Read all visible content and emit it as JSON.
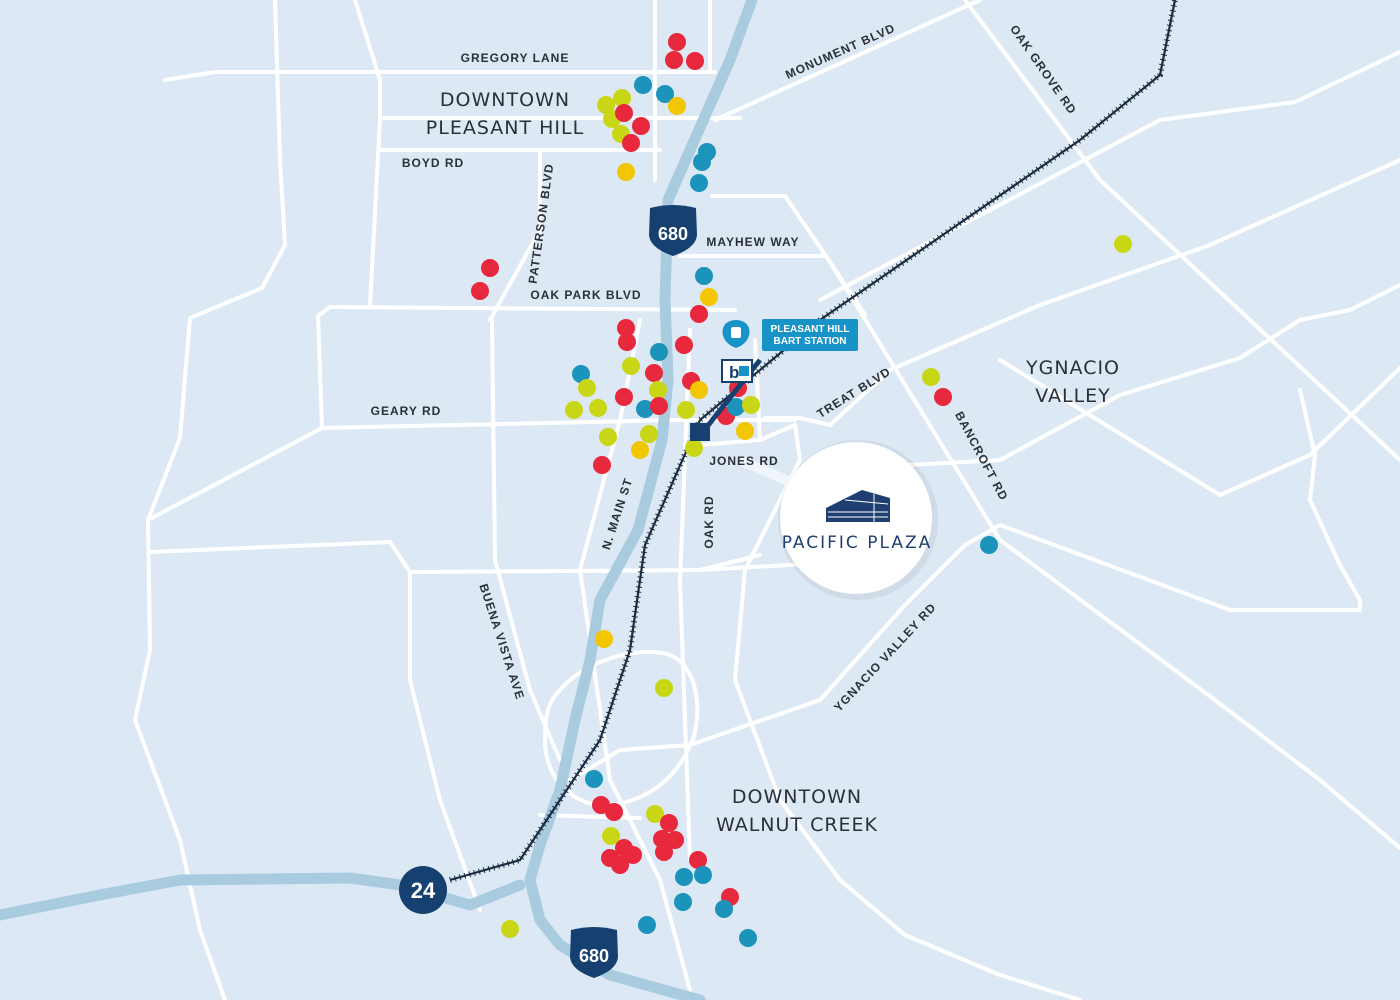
{
  "colors": {
    "background": "#dce9f5",
    "road": "#ffffff",
    "highway": "#a9cbe0",
    "shield": "#16406f",
    "dot_red": "#e8283c",
    "dot_yellow": "#f2c600",
    "dot_lime": "#c9d616",
    "dot_teal": "#1b93bb",
    "bart_blue": "#1893c8",
    "plaza_text": "#1f3f72"
  },
  "areas": {
    "downtown_pleasant_hill": [
      "DOWNTOWN",
      "PLEASANT HILL"
    ],
    "ygnacio_valley": [
      "YGNACIO",
      "VALLEY"
    ],
    "downtown_walnut_creek": [
      "DOWNTOWN",
      "WALNUT CREEK"
    ]
  },
  "roads": {
    "gregory_lane": "GREGORY LANE",
    "monument_blvd": "MONUMENT BLVD",
    "oak_grove_rd": "OAK GROVE RD",
    "boyd_rd": "BOYD RD",
    "patterson_blvd": "PATTERSON BLVD",
    "mayhew_way": "MAYHEW WAY",
    "oak_park_blvd": "OAK PARK BLVD",
    "geary_rd": "GEARY RD",
    "treat_blvd": "TREAT BLVD",
    "bancroft_rd": "BANCROFT RD",
    "jones_rd": "JONES RD",
    "n_main_st": "N. MAIN ST",
    "oak_rd": "OAK RD",
    "buena_vista_ave": "BUENA VISTA AVE",
    "ygnacio_valley_rd": "YGNACIO VALLEY RD"
  },
  "highways": {
    "i680_north": "680",
    "i680_south": "680",
    "sr24": "24"
  },
  "bart": {
    "callout": [
      "PLEASANT HILL",
      "BART STATION"
    ],
    "logo": "b"
  },
  "destination": {
    "name": "PACIFIC PLAZA"
  },
  "points_of_interest": {
    "categories": [
      "red",
      "yellow",
      "lime",
      "teal"
    ],
    "counts": {
      "red": 38,
      "yellow": 8,
      "lime": 22,
      "teal": 20
    }
  }
}
